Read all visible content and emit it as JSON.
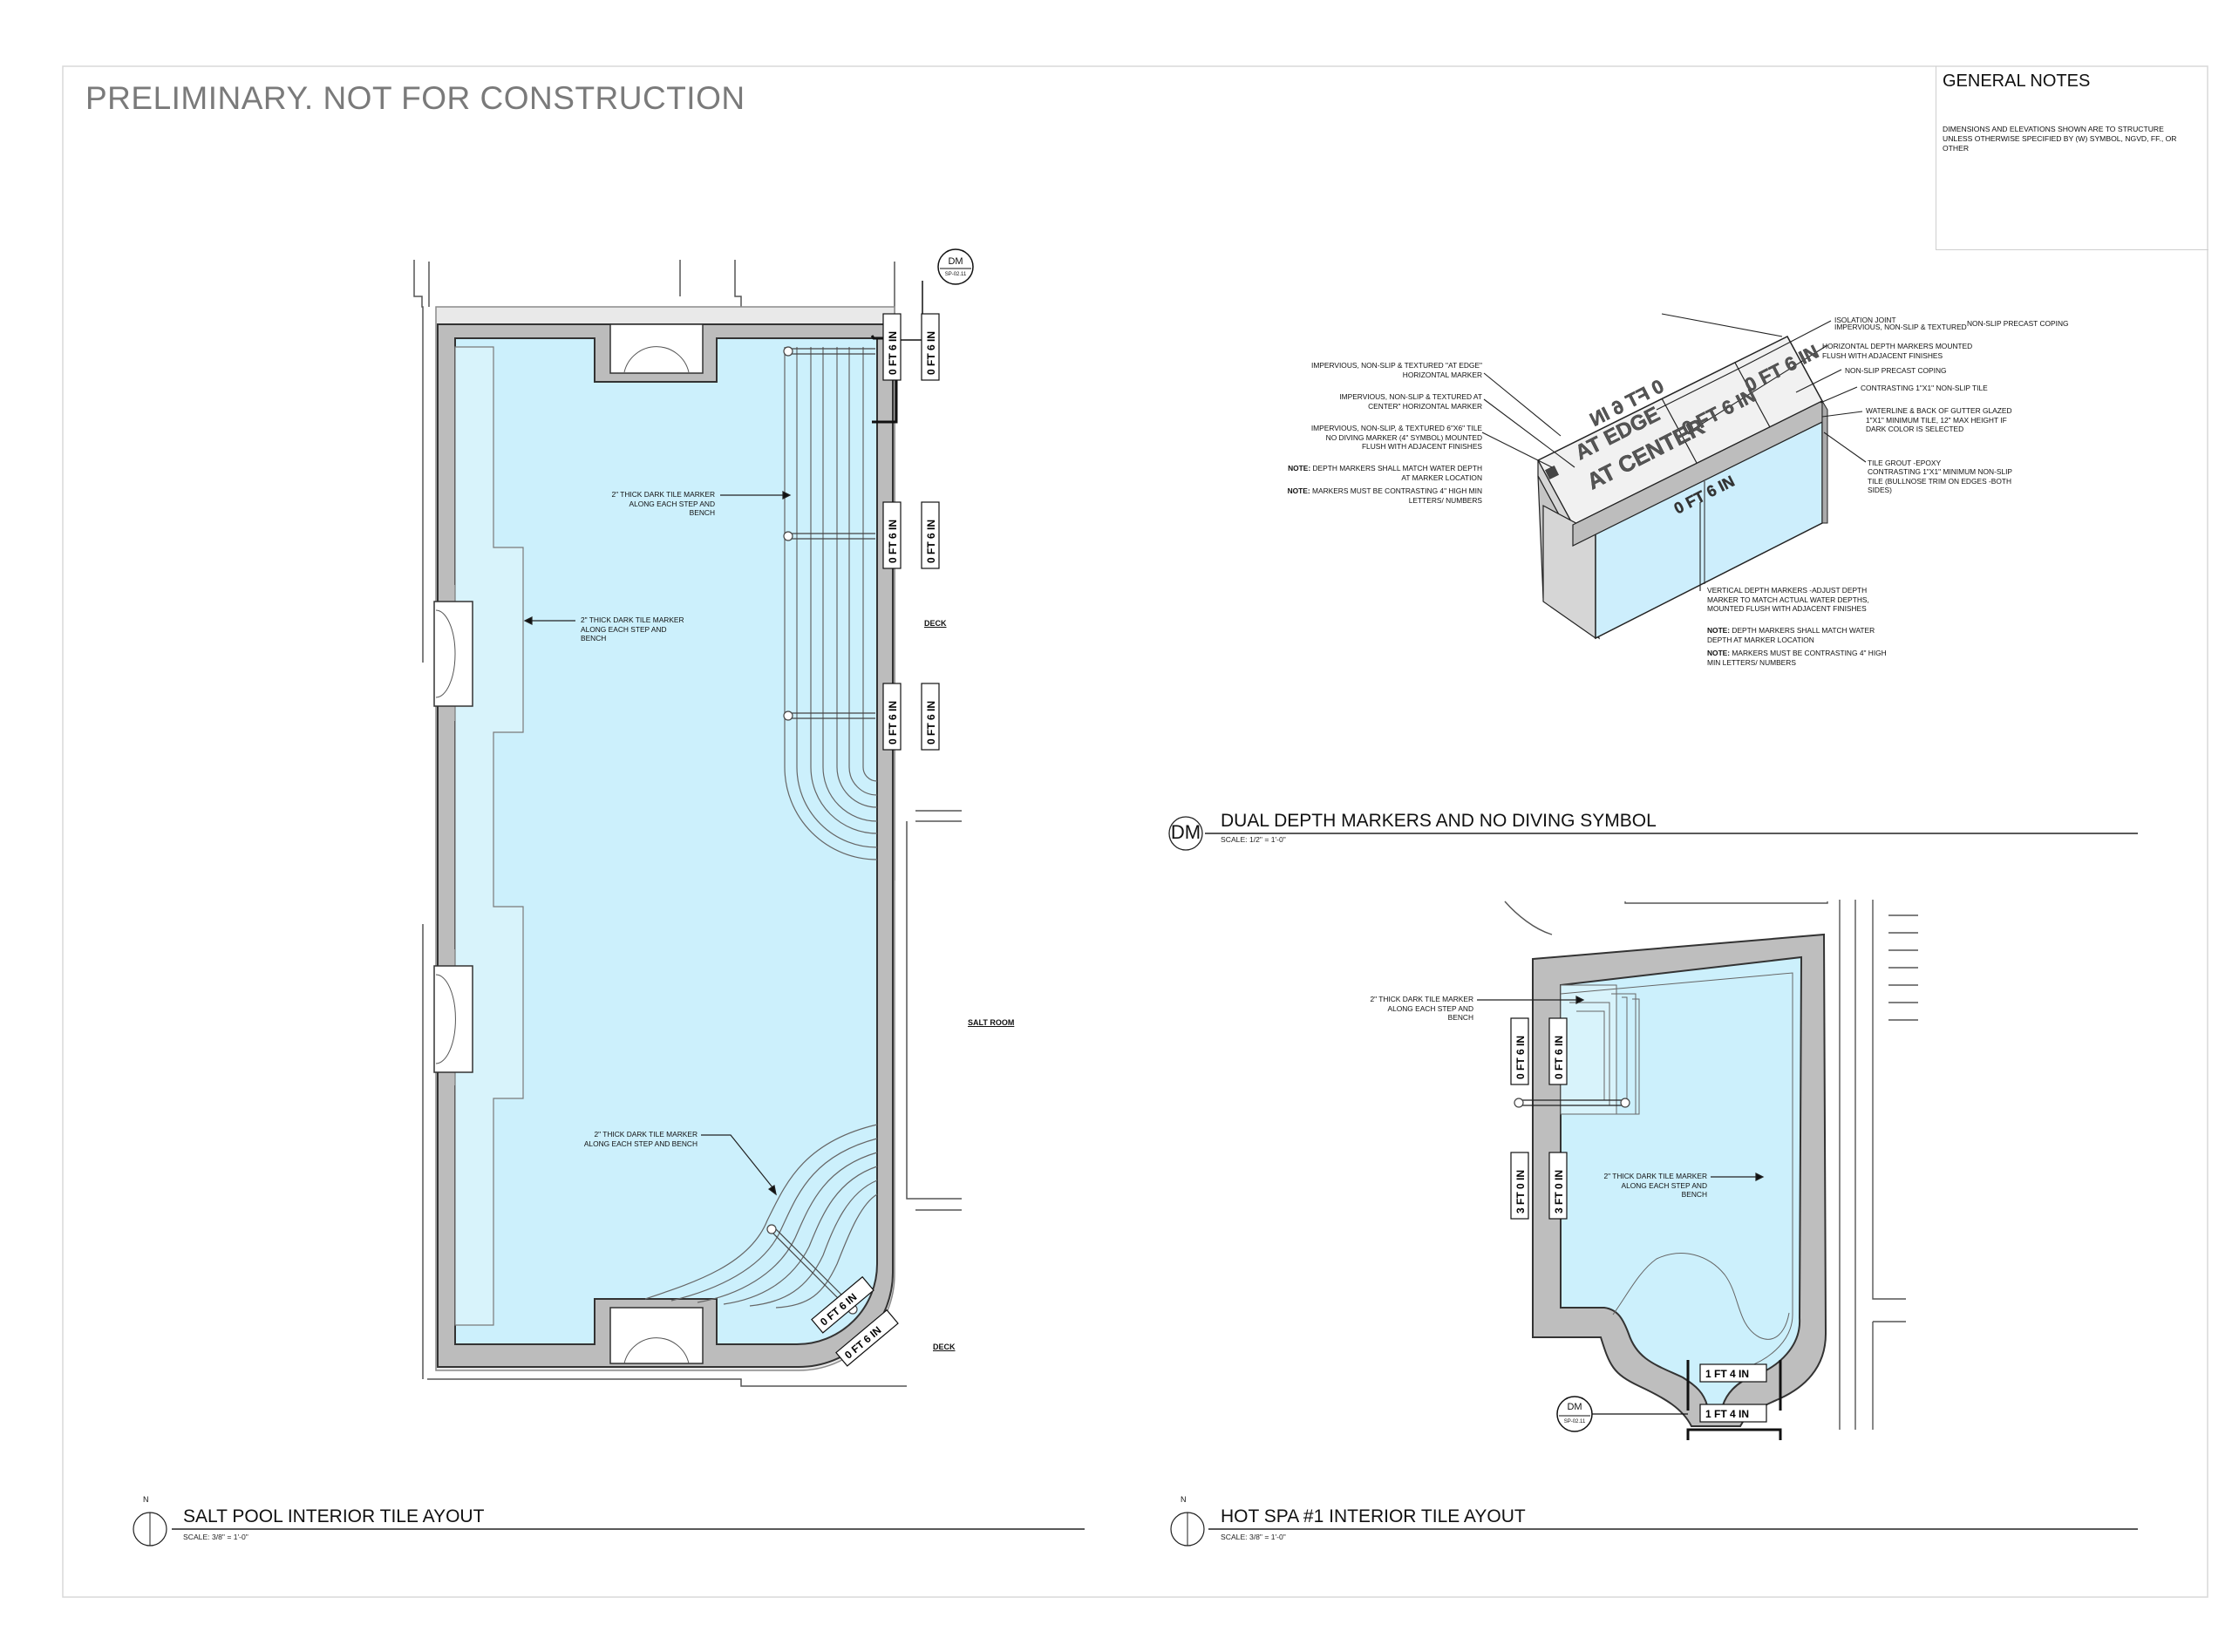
{
  "sheet": {
    "banner": "PRELIMINARY. NOT FOR CONSTRUCTION",
    "general_notes": {
      "title": "GENERAL NOTES",
      "text": "DIMENSIONS AND ELEVATIONS SHOWN ARE TO STRUCTURE UNLESS OTHERWISE SPECIFIED BY (W) SYMBOL, NGVD, FF., OR OTHER"
    }
  },
  "salt_pool": {
    "title": "SALT POOL INTERIOR TILE AYOUT",
    "scale": "SCALE: 3/8\" = 1'-0\"",
    "north": "N",
    "dm_tag": "DM",
    "dm_sheet": "SP-02.11",
    "labels": {
      "deck_1": "DECK",
      "deck_2": "DECK",
      "salt_room": "SALT ROOM"
    },
    "callouts": [
      "2\" THICK DARK TILE MARKER ALONG EACH STEP AND BENCH",
      "2\" THICK DARK TILE MARKER ALONG EACH STEP AND BENCH",
      "2\" THICK DARK TILE MARKER ALONG EACH STEP AND BENCH"
    ],
    "markers": [
      "0 FT 6 IN",
      "0 FT 6 IN",
      "0 FT 6 IN",
      "0 FT 6 IN",
      "0 FT 6 IN",
      "0 FT 6 IN",
      "0 FT 6 IN",
      "0 FT 6 IN"
    ]
  },
  "detail": {
    "tag": "DM",
    "title": "DUAL DEPTH MARKERS AND NO DIVING SYMBOL",
    "scale": "SCALE: 1/2\" = 1'-0\"",
    "left_notes": [
      "IMPERVIOUS, NON-SLIP & TEXTURED \"AT EDGE\" HORIZONTAL MARKER",
      "IMPERVIOUS, NON-SLIP & TEXTURED AT CENTER\" HORIZONTAL MARKER",
      "IMPERVIOUS, NON-SLIP, & TEXTURED 6\"X6\" TILE NO DIVING MARKER (4\" SYMBOL) MOUNTED FLUSH WITH ADJACENT FINISHES"
    ],
    "note_label": "NOTE:",
    "left_note_1": "DEPTH MARKERS SHALL MATCH WATER DEPTH AT MARKER LOCATION",
    "left_note_2": "MARKERS MUST BE CONTRASTING 4\" HIGH MIN LETTERS/ NUMBERS",
    "right_notes": [
      "ISOLATION JOINT",
      "IMPERVIOUS, NON-SLIP & TEXTURED",
      "NON-SLIP PRECAST COPING",
      "HORIZONTAL DEPTH MARKERS MOUNTED FLUSH WITH ADJACENT FINISHES",
      "NON-SLIP PRECAST COPING",
      "CONTRASTING 1\"x1\" NON-SLIP TILE",
      "WATERLINE & BACK OF GUTTER GLAZED 1\"x1\" MINIMUM TILE, 12\" MAX HEIGHT IF DARK COLOR IS SELECTED",
      "TILE GROUT -EPOXY",
      "CONTRASTING 1\"x1\" MINIMUM NON-SLIP TILE (BULLNOSE TRIM ON EDGES -BOTH SIDES)"
    ],
    "bottom_note": "VERTICAL DEPTH MARKERS -ADJUST DEPTH MARKER TO MATCH ACTUAL WATER DEPTHS, MOUNTED FLUSH WITH ADJACENT FINISHES",
    "bottom_note_1": "DEPTH MARKERS SHALL MATCH WATER DEPTH AT MARKER LOCATION",
    "bottom_note_2": "MARKERS MUST BE CONTRASTING 4\" HIGH MIN LETTERS/ NUMBERS",
    "block_text": {
      "at_edge": "AT EDGE",
      "at_center": "AT CENTER",
      "depth_1": "0 FT 6 IN",
      "depth_2": "0 FT 6 IN",
      "depth_3": "0 FT 6 IN",
      "vertical": "0 FT 6 IN"
    }
  },
  "hot_spa": {
    "title": "HOT SPA #1 INTERIOR TILE AYOUT",
    "scale": "SCALE: 3/8\" = 1'-0\"",
    "north": "N",
    "dm_tag": "DM",
    "dm_sheet": "SP-02.11",
    "callouts": [
      "2\" THICK DARK TILE MARKER ALONG EACH STEP AND BENCH",
      "2\" THICK DARK TILE MARKER ALONG EACH STEP AND BENCH"
    ],
    "markers": [
      "0 FT 6 IN",
      "0 FT 6 IN",
      "3 FT 0 IN",
      "3 FT 0 IN",
      "1 FT 4 IN",
      "1 FT 4 IN"
    ]
  },
  "colors": {
    "water": "#ccf0fc",
    "bench": "#d7f1f9",
    "coping": "#b9b9b9",
    "line": "#222222",
    "banner": "#7a7a7a"
  }
}
